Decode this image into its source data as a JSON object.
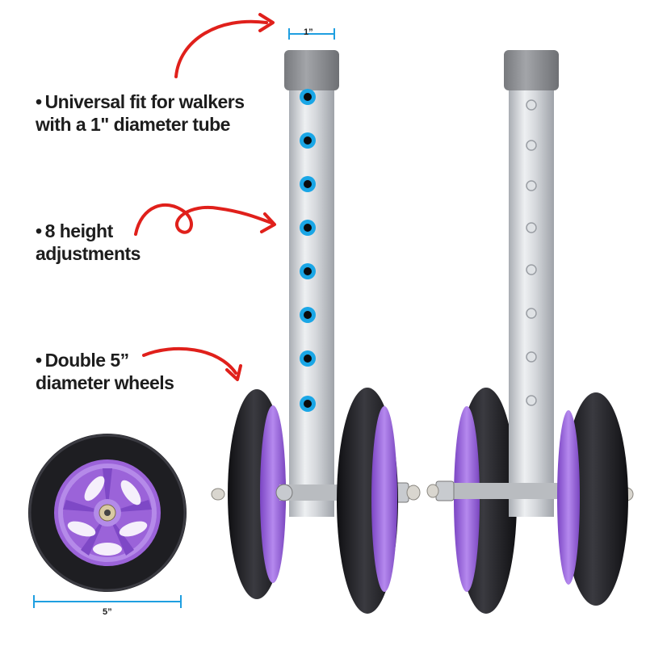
{
  "features": [
    {
      "bullet": "•",
      "lines": [
        "Universal fit for walkers",
        "with a 1\" diameter tube"
      ]
    },
    {
      "bullet": "•",
      "lines": [
        "8 height",
        "adjustments"
      ]
    },
    {
      "bullet": "•",
      "lines": [
        "Double 5”",
        "diameter wheels"
      ]
    }
  ],
  "dimensions": {
    "tube_width": "1”",
    "wheel_diameter": "5”"
  },
  "colors": {
    "arrow": "#e0201b",
    "dimension_line": "#1f9fe0",
    "hub": "#9b63d9",
    "tire": "#1e1e22",
    "tube": "#c9cdd2",
    "cap": "#8d8f93",
    "hole_highlight": "#1aa6e6"
  },
  "height_adjustment_holes": 8
}
